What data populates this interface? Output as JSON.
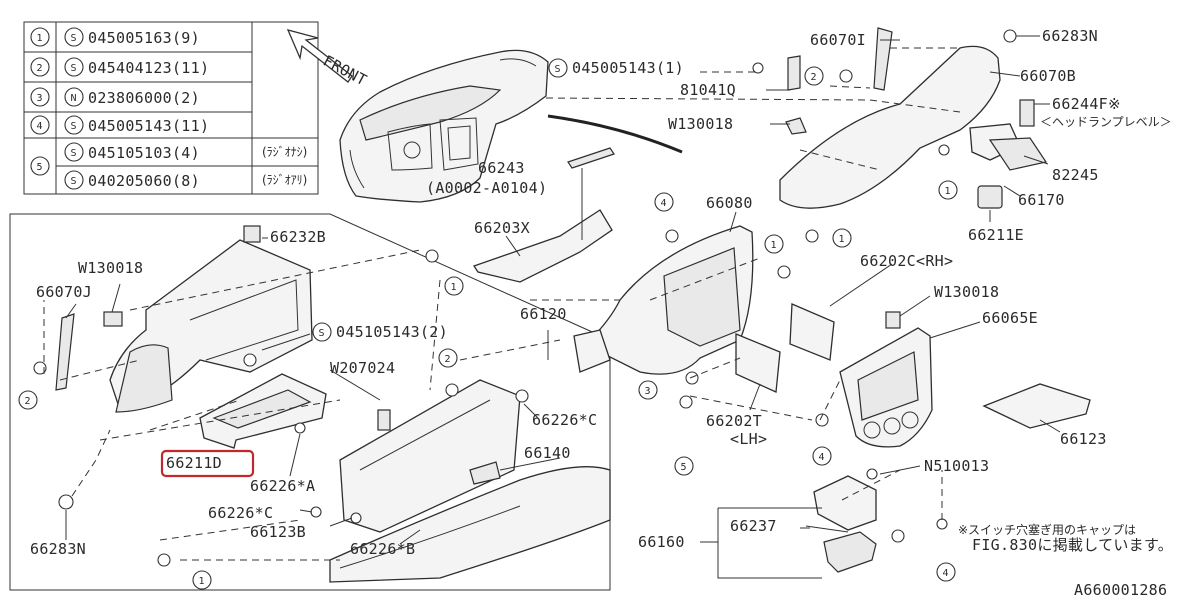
{
  "legend": [
    {
      "num": "1",
      "code": "S",
      "part": "045005163(9)",
      "note": ""
    },
    {
      "num": "2",
      "code": "S",
      "part": "045404123(11)",
      "note": ""
    },
    {
      "num": "3",
      "code": "N",
      "part": "023806000(2)",
      "note": ""
    },
    {
      "num": "4",
      "code": "S",
      "part": "045005143(11)",
      "note": ""
    },
    {
      "num": "5",
      "code": "S",
      "part": "045105103(4)",
      "note": "(ﾗｼﾞｵﾅｼ)"
    },
    {
      "num": "5",
      "code": "S",
      "part": "040205060(8)",
      "note": "(ﾗｼﾞｵｱﾘ)"
    }
  ],
  "front_label": "FRONT",
  "labels": {
    "p66283N_top": "66283N",
    "p66070I": "66070I",
    "p045005143_1": "045005143(1)",
    "s_code_1": "S",
    "p66070B": "66070B",
    "p81041Q": "81041Q",
    "p66244F": "66244F※",
    "p66244F_note": "＜ヘッドランプレベル＞",
    "pW130018_a": "W130018",
    "p66243": "66243",
    "p66243_range": "(A0002-A0104)",
    "p82245": "82245",
    "p66170": "66170",
    "p66211E": "66211E",
    "p66080": "66080",
    "p66203X": "66203X",
    "p66232B": "66232B",
    "pW130018_b": "W130018",
    "p66070J": "66070J",
    "p66202C": "66202C<RH>",
    "pW130018_c": "W130018",
    "p66065E": "66065E",
    "p66120": "66120",
    "p045105143_2": "045105143(2)",
    "s_code_2": "S",
    "pW207024": "W207024",
    "p66226C_1": "66226*C",
    "p66211D": "66211D",
    "p66140": "66140",
    "p66202T": "66202T",
    "p66202T_lh": "<LH>",
    "p66123": "66123",
    "p66226A": "66226*A",
    "p66226C_2": "66226*C",
    "p66123B": "66123B",
    "p66226B": "66226*B",
    "p66283N_bot": "66283N",
    "pN510013": "N510013",
    "p66237": "66237",
    "p66160": "66160",
    "note_line1": "※スイッチ穴塞ぎ用のキャップは",
    "note_line2": "FIG.830に掲載しています。",
    "diagram_id": "A660001286"
  },
  "callouts": [
    "1",
    "2",
    "3",
    "4",
    "5"
  ],
  "colors": {
    "highlight": "#c0282d",
    "ink": "#2e2e2e"
  }
}
